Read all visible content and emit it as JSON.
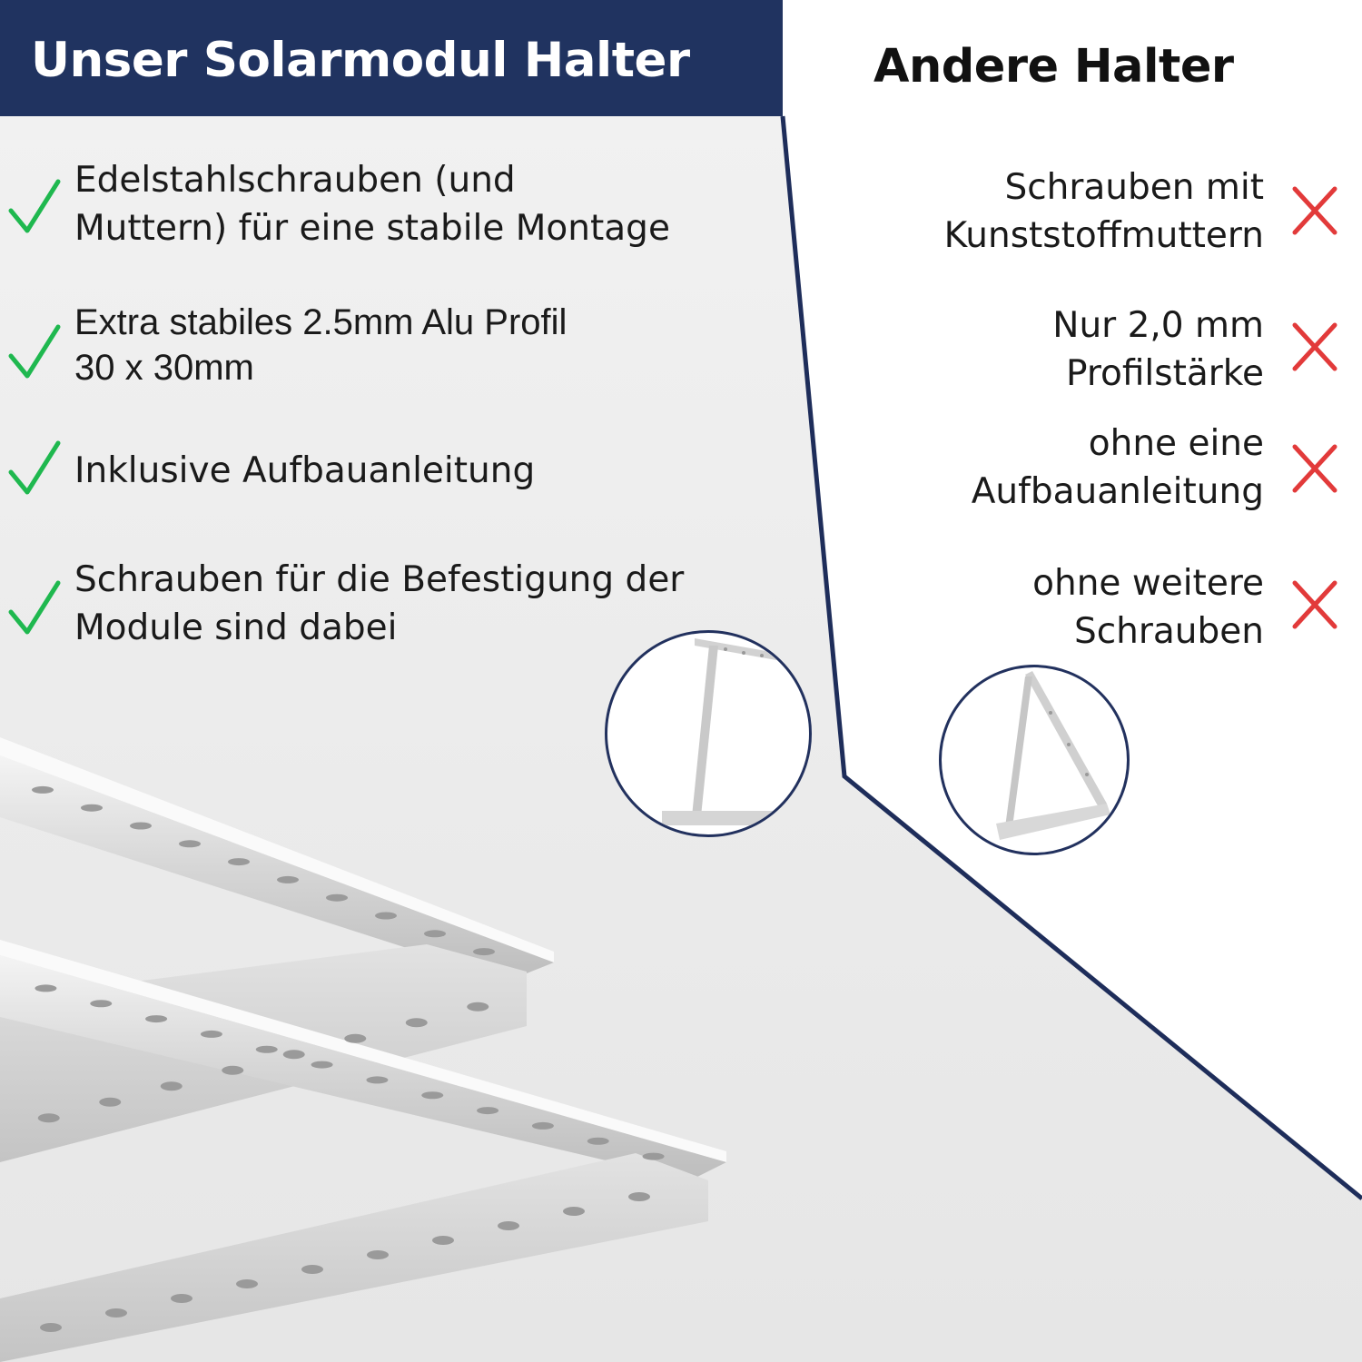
{
  "header": {
    "left_title": "Unser Solarmodul Halter",
    "right_title": "Andere Halter"
  },
  "pros": [
    {
      "lines": [
        "Edelstahlschrauben (und",
        "Muttern) für eine stabile Montage"
      ]
    },
    {
      "lines": [
        "Extra stabiles 2.5mm Alu Profil",
        "30 x 30mm"
      ]
    },
    {
      "lines": [
        "Inklusive Aufbauanleitung"
      ]
    },
    {
      "lines": [
        "Schrauben für die Befestigung der",
        "Module sind dabei"
      ]
    }
  ],
  "cons": [
    {
      "lines": [
        "Schrauben mit",
        "Kunststoffmuttern"
      ]
    },
    {
      "lines": [
        "Nur 2,0 mm",
        "Profilstärke"
      ]
    },
    {
      "lines": [
        "ohne eine",
        "Aufbauanleitung"
      ]
    },
    {
      "lines": [
        "ohne weitere",
        "Schrauben"
      ]
    }
  ],
  "icons": {
    "pro_marker": "check-icon",
    "con_marker": "cross-icon"
  },
  "colors": {
    "header_navy": "#203360",
    "divider_navy": "#1e2d5a",
    "check_green": "#1fb84f",
    "cross_red": "#e23a3a",
    "panel_gray": "#e9e9e9"
  }
}
